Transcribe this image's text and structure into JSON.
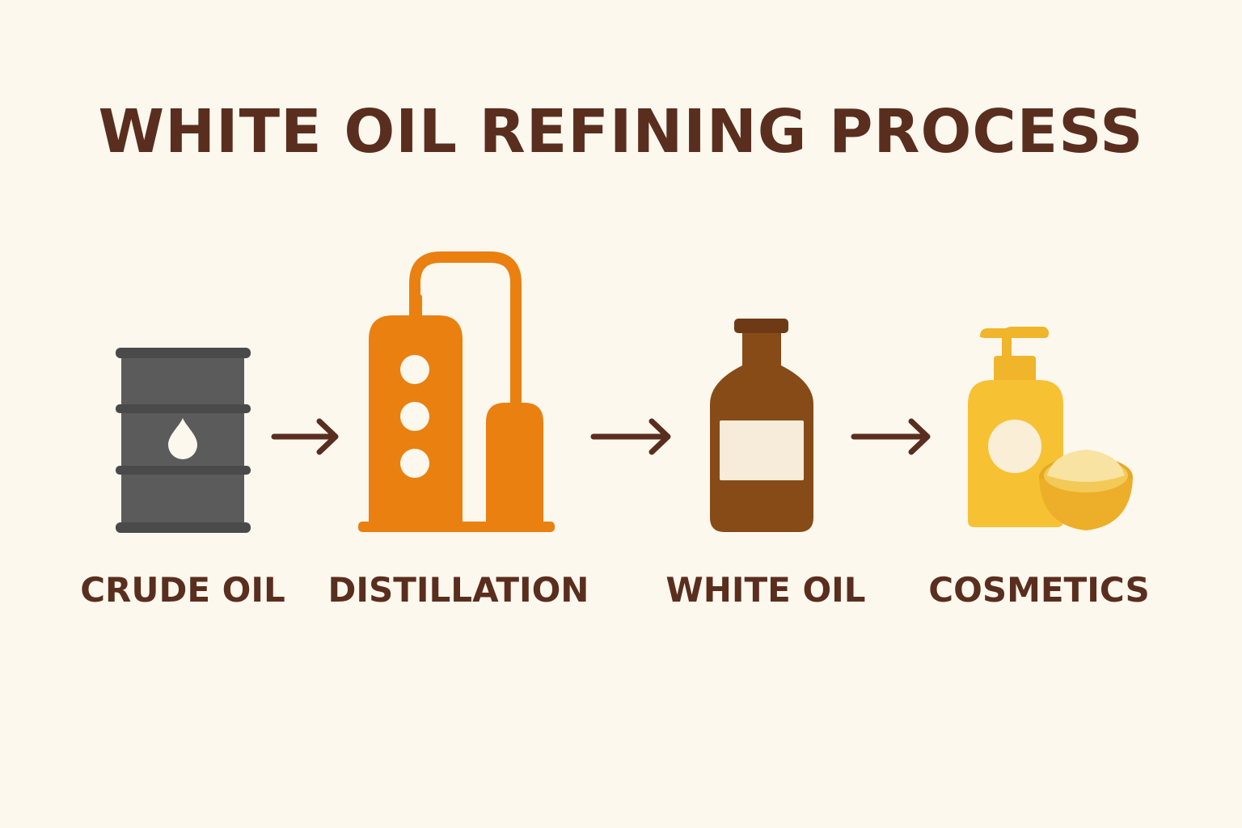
{
  "title": "WHITE OIL REFINING PROCESS",
  "steps": [
    {
      "label": "CRUDE OIL",
      "icon": "oil-barrel-icon"
    },
    {
      "label": "DISTILLATION",
      "icon": "distillation-tower-icon"
    },
    {
      "label": "WHITE OIL",
      "icon": "bottle-icon"
    },
    {
      "label": "COSMETICS",
      "icon": "cosmetics-icon"
    }
  ],
  "colors": {
    "background": "#fdf8ee",
    "text": "#5a2e1e",
    "barrel": "#5b5b5b",
    "distillation": "#ea8010",
    "bottle": "#874b18",
    "cosmetics": "#f6c234",
    "arrow": "#5a2e1e"
  }
}
